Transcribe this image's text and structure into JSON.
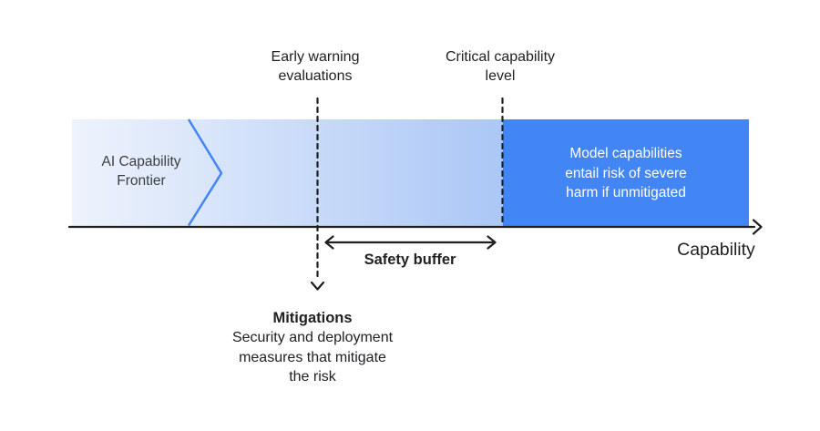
{
  "diagram": {
    "type": "capability-risk-threshold-diagram",
    "axis": {
      "label": "Capability",
      "direction": "left-to-right"
    },
    "labels": {
      "early_warning": "Early warning\nevaluations",
      "critical_level": "Critical capability\nlevel",
      "ai_frontier": "AI Capability\nFrontier",
      "model_capabilities": "Model capabilities\nentail risk of severe\nharm if unmitigated",
      "safety_buffer": "Safety buffer",
      "capability_axis": "Capability",
      "mitigations_title": "Mitigations",
      "mitigations_body": "Security and deployment\nmeasures that mitigate\nthe risk"
    },
    "markers": [
      {
        "name": "early-warning-evaluations-line",
        "style": "dashed-vertical",
        "points_to": "Mitigations"
      },
      {
        "name": "critical-capability-level-line",
        "style": "dashed-vertical"
      }
    ],
    "spans": [
      {
        "name": "safety-buffer",
        "style": "double-headed-arrow",
        "between": [
          "early-warning-evaluations-line",
          "critical-capability-level-line"
        ]
      }
    ]
  },
  "colors": {
    "bar_gradient_start": "#eef3fc",
    "bar_gradient_end": "#abc7f6",
    "bar_critical": "#4285f4",
    "chevron": "#4285f4",
    "line": "#1f1f1f",
    "text_dark": "#202124",
    "text_medium": "#3c4043",
    "text_white": "#ffffff"
  }
}
